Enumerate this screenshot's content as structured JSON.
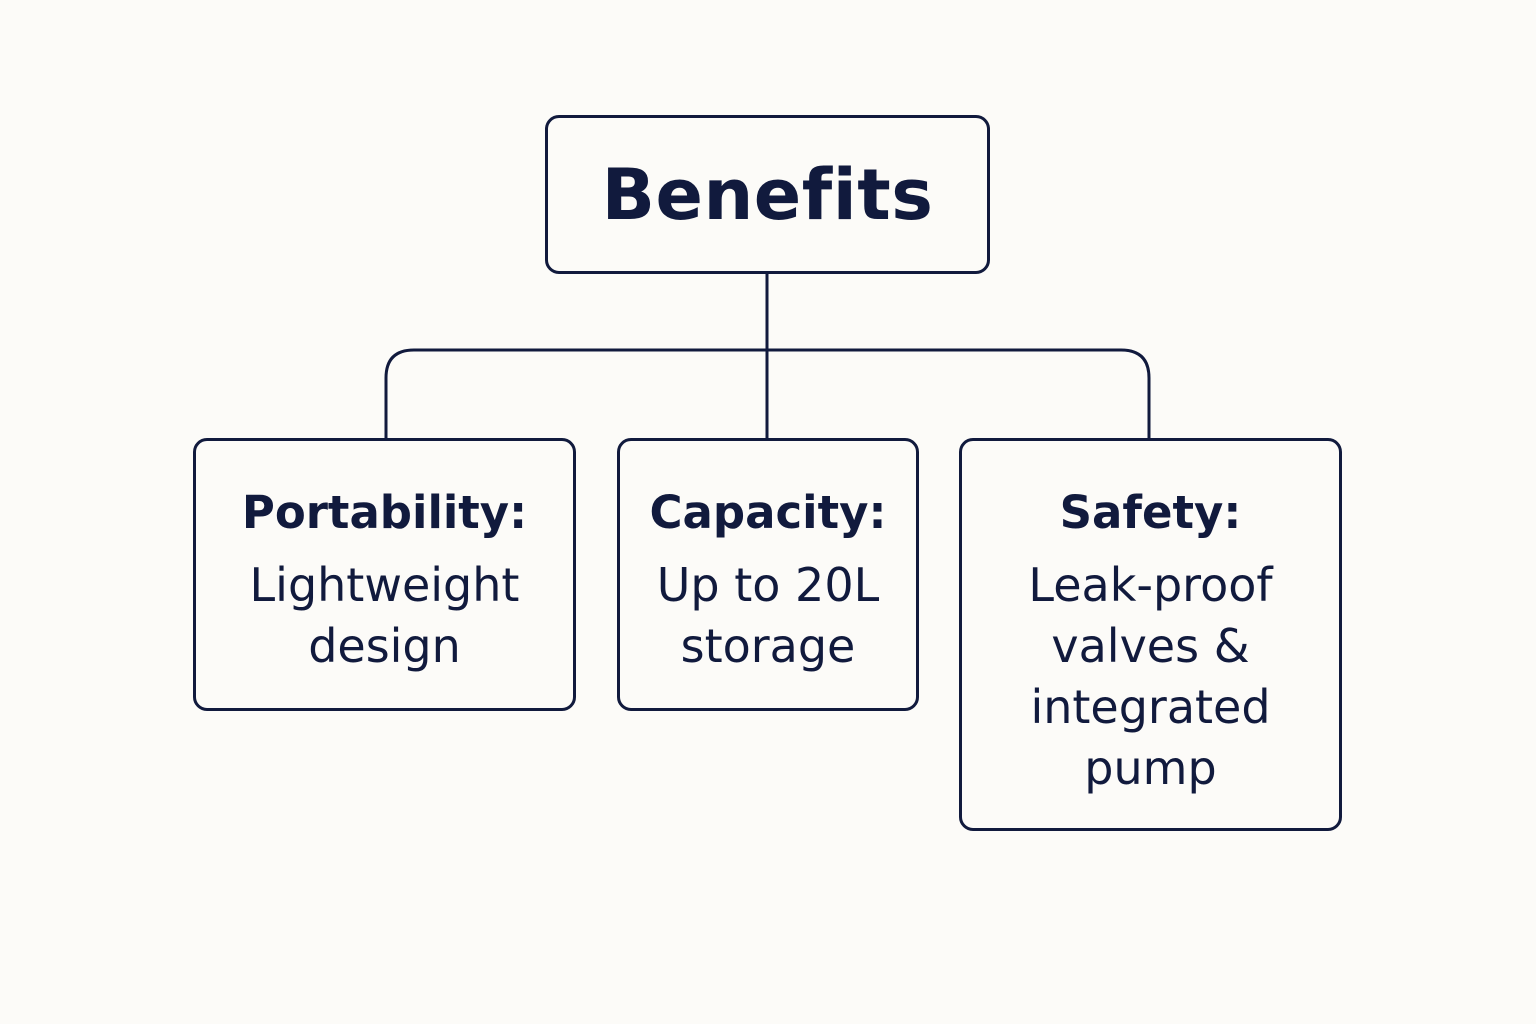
{
  "diagram": {
    "root": {
      "label": "Benefits"
    },
    "children": [
      {
        "heading": "Portability:",
        "text": "Lightweight\ndesign"
      },
      {
        "heading": "Capacity:",
        "text": "Up to 20L\nstorage"
      },
      {
        "heading": "Safety:",
        "text": "Leak-proof\nvalves &\nintegrated\npump"
      }
    ]
  },
  "colors": {
    "line": "#111a3d",
    "background": "#fcfbf8"
  }
}
